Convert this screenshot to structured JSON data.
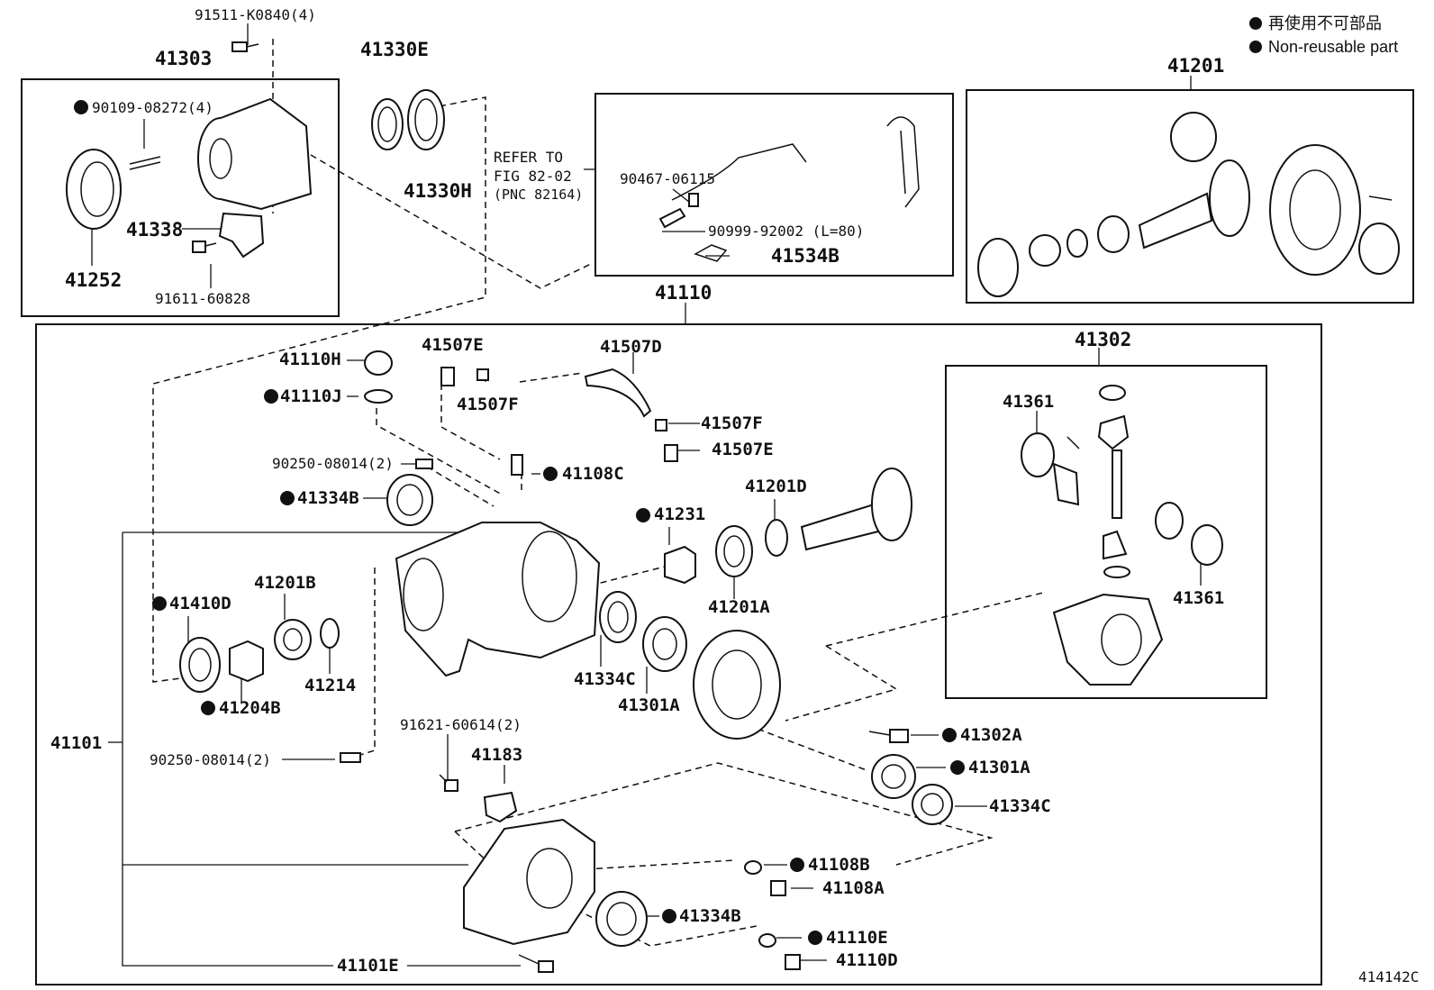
{
  "legend": {
    "jp": "再使用不可部品",
    "en": "Non-reusable part"
  },
  "figure_code": "414142C",
  "refer": {
    "line1": "REFER TO",
    "line2": "FIG 82-02",
    "line3": "(PNC 82164)"
  },
  "labels": {
    "p91511": "91511-K0840(4)",
    "p41303": "41303",
    "p41330E": "41330E",
    "p90109": "90109-08272(4)",
    "p41330H": "41330H",
    "p41338": "41338",
    "p41252": "41252",
    "p91611": "91611-60828",
    "p90467": "90467-06115",
    "p90999": "90999-92002 (L=80)",
    "p41534B": "41534B",
    "p41201": "41201",
    "p41110": "41110",
    "p41110H": "41110H",
    "p41110J": "41110J",
    "p41507E_top": "41507E",
    "p41507F_left": "41507F",
    "p41507D": "41507D",
    "p41507F_right": "41507F",
    "p41507E_right": "41507E",
    "p90250_top": "90250-08014(2)",
    "p41108C": "41108C",
    "p41334B_top": "41334B",
    "p41201D": "41201D",
    "p41231": "41231",
    "p41201A": "41201A",
    "p41302": "41302",
    "p41361_top": "41361",
    "p41361_bot": "41361",
    "p41410D": "41410D",
    "p41201B": "41201B",
    "p41204B": "41204B",
    "p41214": "41214",
    "p41334C_left": "41334C",
    "p41301A_left": "41301A",
    "p41101": "41101",
    "p90250_bot": "90250-08014(2)",
    "p91621": "91621-60614(2)",
    "p41183": "41183",
    "p41302A": "41302A",
    "p41301A_right": "41301A",
    "p41334C_right": "41334C",
    "p41108B": "41108B",
    "p41108A": "41108A",
    "p41334B_bot": "41334B",
    "p41110E": "41110E",
    "p41110D": "41110D",
    "p41101E": "41101E"
  }
}
